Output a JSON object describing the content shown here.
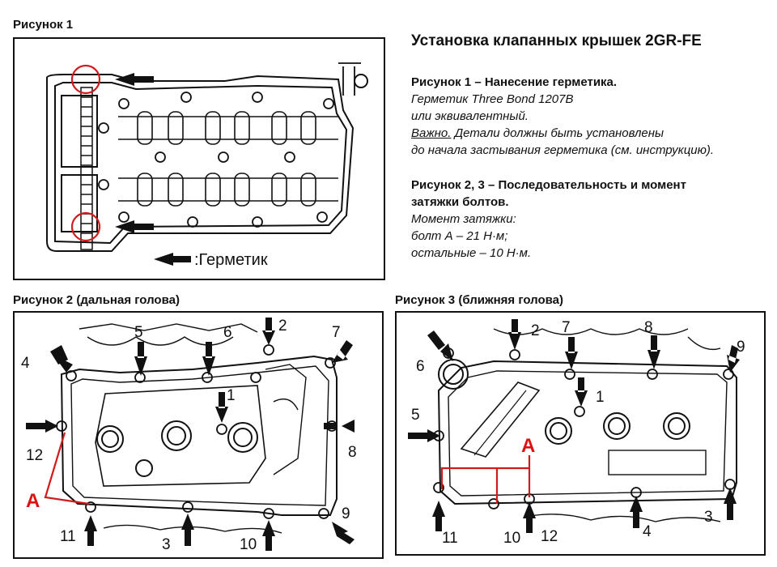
{
  "title": "Установка клапанных крышек 2GR-FE",
  "fig1": {
    "caption": "Рисунок 1",
    "sealant_label": ":Герметик"
  },
  "fig2": {
    "caption": "Рисунок 2 (дальная голова)",
    "numbers": [
      "1",
      "2",
      "3",
      "4",
      "5",
      "6",
      "7",
      "8",
      "9",
      "10",
      "11",
      "12"
    ],
    "label_a": "A"
  },
  "fig3": {
    "caption": "Рисунок 3 (ближняя голова)",
    "numbers": [
      "1",
      "2",
      "3",
      "4",
      "5",
      "6",
      "7",
      "8",
      "9",
      "10",
      "11",
      "12"
    ],
    "label_a": "A"
  },
  "text": {
    "sec1_title": "Рисунок 1 – Нанесение герметика.",
    "sec1_line1": "Герметик Three Bond 1207B",
    "sec1_line2": "или эквивалентный.",
    "sec1_important": "Важно.",
    "sec1_line3": " Детали должны быть установлены",
    "sec1_line4": "до начала застывания герметика (см. инструкцию).",
    "sec2_title_1": "Рисунок 2, 3 – Последовательность и момент",
    "sec2_title_2": "затяжки болтов.",
    "sec2_line1": "Момент затяжки:",
    "sec2_line2": "болт А – 21 Н·м;",
    "sec2_line3": "остальные – 10 Н·м."
  },
  "colors": {
    "highlight": "#d11a1a",
    "ink": "#111111"
  }
}
